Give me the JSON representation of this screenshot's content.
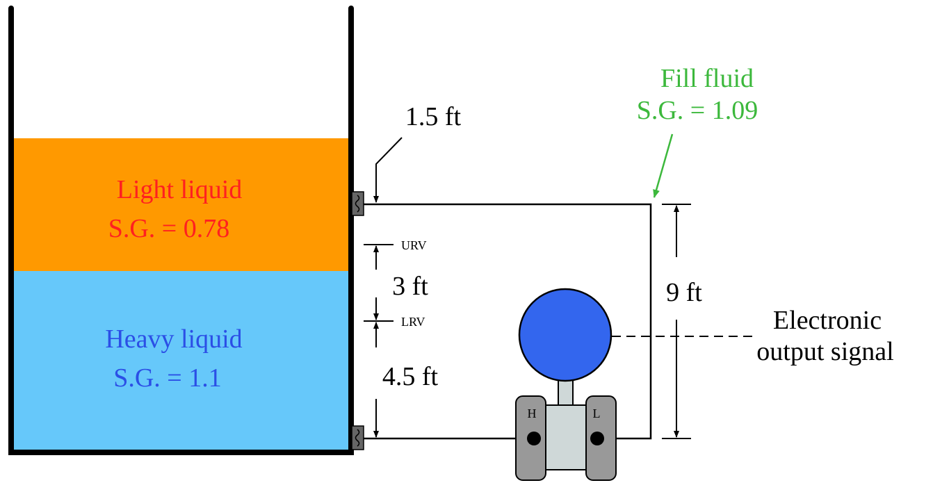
{
  "tank": {
    "light_liquid": {
      "name": "Light liquid",
      "sg": "S.G. = 0.78",
      "fill_color": "#ff9900",
      "text_color": "#ff2020"
    },
    "heavy_liquid": {
      "name": "Heavy liquid",
      "sg": "S.G. = 1.1",
      "fill_color": "#66c8fa",
      "text_color": "#2b4fe6"
    }
  },
  "dimensions": {
    "top_offset": "1.5 ft",
    "urv": "URV",
    "span": "3 ft",
    "lrv": "LRV",
    "bottom_offset": "4.5 ft",
    "capillary_height": "9 ft"
  },
  "fill_fluid": {
    "name": "Fill fluid",
    "sg": "S.G. = 1.09",
    "color": "#3cb83c"
  },
  "transmitter": {
    "high_port": "H",
    "low_port": "L",
    "head_color": "#3366ee",
    "body_color": "#cfd8d8",
    "flange_color": "#999999"
  },
  "output": {
    "line1": "Electronic",
    "line2": "output signal"
  }
}
